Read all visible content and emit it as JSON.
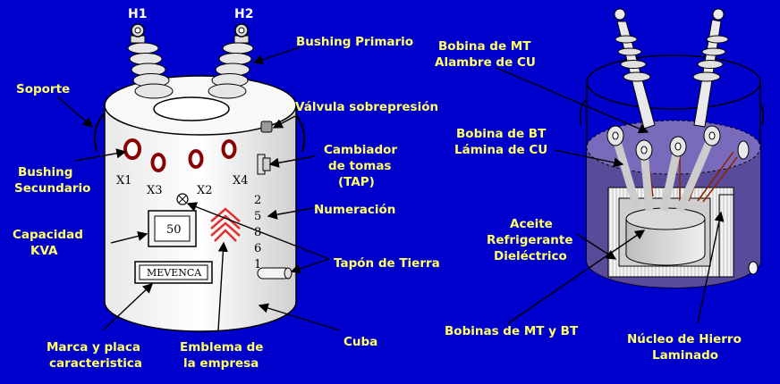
{
  "terminals": {
    "h1": "H1",
    "h2": "H2"
  },
  "secondary_terminals": {
    "x1": "X1",
    "x2": "X2",
    "x3": "X3",
    "x4": "X4"
  },
  "tap_numbers": [
    "2",
    "5",
    "8",
    "6",
    "1"
  ],
  "nameplate": {
    "capacity_value": "50",
    "brand": "MEVENCA"
  },
  "labels": {
    "bushing_primario": "Bushing Primario",
    "soporte": "Soporte",
    "valvula": "Válvula sobrepresión",
    "cambiador": [
      "Cambiador",
      "de tomas",
      "(TAP)"
    ],
    "bushing_secundario": [
      "Bushing",
      "Secundario"
    ],
    "numeracion": "Numeración",
    "capacidad": [
      "Capacidad",
      "KVA"
    ],
    "tapon": "Tapón de Tierra",
    "cuba": "Cuba",
    "marca": [
      "Marca y placa",
      "caracteristica"
    ],
    "emblema": [
      "Emblema de",
      "la empresa"
    ],
    "bobina_mt": [
      "Bobina de MT",
      "Alambre de CU"
    ],
    "bobina_bt": [
      "Bobina de BT",
      "Lámina de CU"
    ],
    "aceite": [
      "Aceite",
      "Refrigerante",
      "Dieléctrico"
    ],
    "bobinas_mt_bt": "Bobinas de MT y BT",
    "nucleo": [
      "Núcleo de Hierro",
      "Laminado"
    ]
  },
  "colors": {
    "background": "#0000CC",
    "label": "#FFFF66",
    "terminal": "#FFFFFF",
    "bushing_ring": "#8B0000",
    "emblem": "#E03030",
    "oil": "#5A4A9A"
  }
}
